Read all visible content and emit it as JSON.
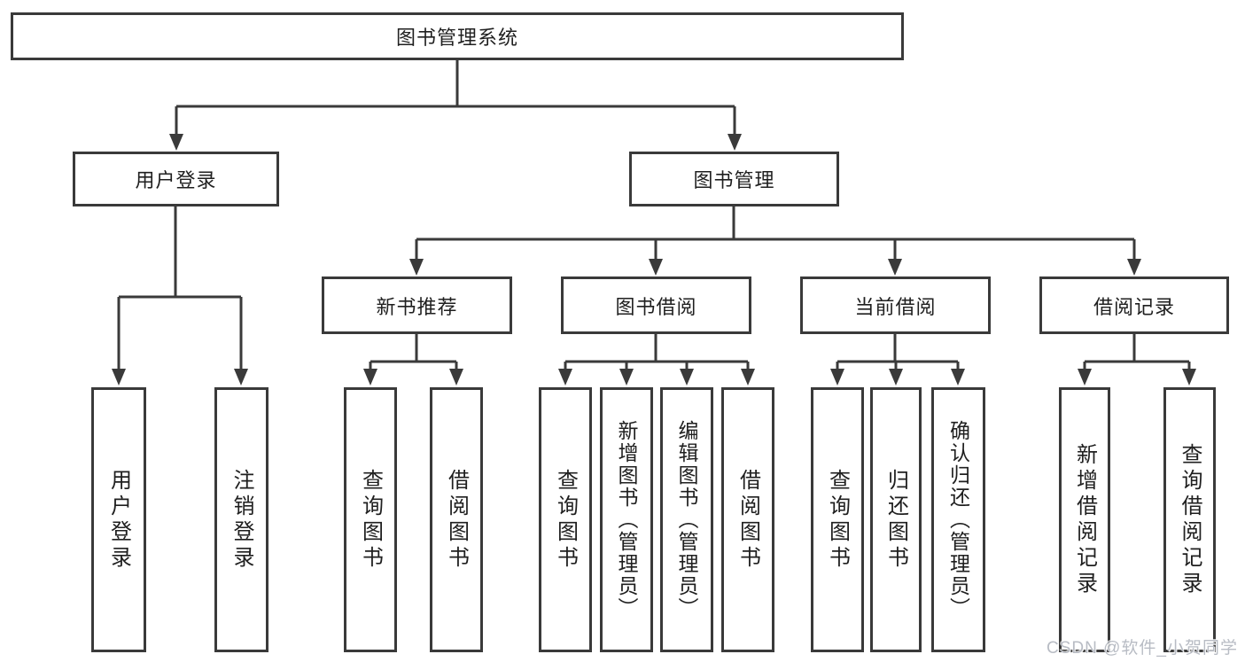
{
  "diagram_type": "tree",
  "colors": {
    "line": "#3a3a3a",
    "box_border": "#3a3a3a",
    "text": "#1f1f1f",
    "watermark_text": "#b8bcc4",
    "background": "#ffffff"
  },
  "tree": {
    "label": "图书管理系统",
    "children": [
      {
        "label": "用户登录",
        "children": [
          {
            "label": "用户登录"
          },
          {
            "label": "注销登录"
          }
        ]
      },
      {
        "label": "图书管理",
        "children": [
          {
            "label": "新书推荐",
            "children": [
              {
                "label": "查询图书"
              },
              {
                "label": "借阅图书"
              }
            ]
          },
          {
            "label": "图书借阅",
            "children": [
              {
                "label": "查询图书"
              },
              {
                "label": "新增图书（管理员）"
              },
              {
                "label": "编辑图书（管理员）"
              },
              {
                "label": "借阅图书"
              }
            ]
          },
          {
            "label": "当前借阅",
            "children": [
              {
                "label": "查询图书"
              },
              {
                "label": "归还图书"
              },
              {
                "label": "确认归还（管理员）"
              }
            ]
          },
          {
            "label": "借阅记录",
            "children": [
              {
                "label": "新增借阅记录"
              },
              {
                "label": "查询借阅记录"
              }
            ]
          }
        ]
      }
    ]
  },
  "watermark": "CSDN @软件_小贺同学"
}
